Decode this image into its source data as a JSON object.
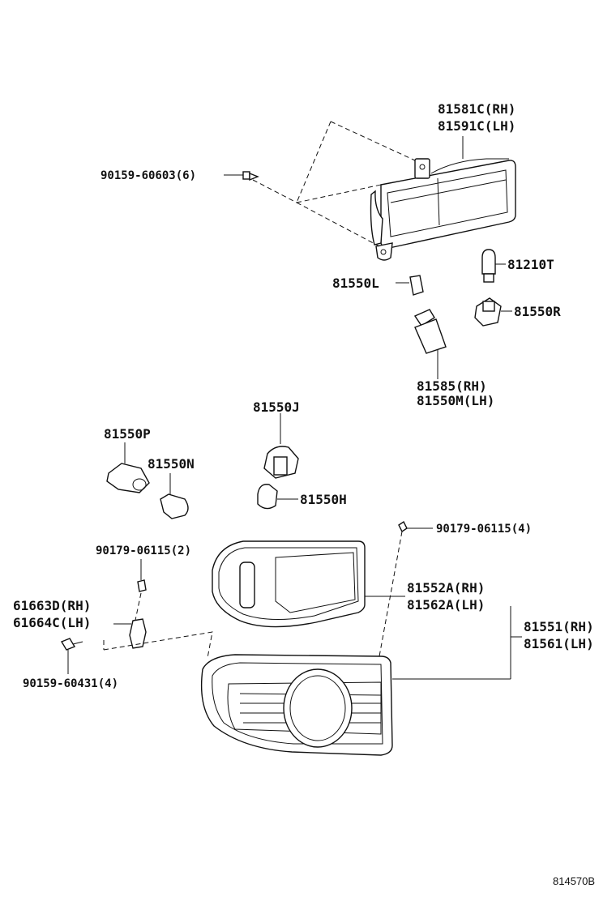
{
  "labels": {
    "p81581c": "81581C(RH)",
    "p81591c": "81591C(LH)",
    "p90159_60603": "90159-60603(6)",
    "p81210t": "81210T",
    "p81550l": "81550L",
    "p81550r": "81550R",
    "p81585": "81585(RH)",
    "p81550m": "81550M(LH)",
    "p81550j": "81550J",
    "p81550p": "81550P",
    "p81550n": "81550N",
    "p81550h": "81550H",
    "p90179_06115_4": "90179-06115(4)",
    "p90179_06115_2": "90179-06115(2)",
    "p61663d": "61663D(RH)",
    "p61664c": "61664C(LH)",
    "p81552a": "81552A(RH)",
    "p81562a": "81562A(LH)",
    "p81551": "81551(RH)",
    "p81561": "81561(LH)",
    "p90159_60431": "90159-60431(4)"
  },
  "diagram_code": "814570B"
}
